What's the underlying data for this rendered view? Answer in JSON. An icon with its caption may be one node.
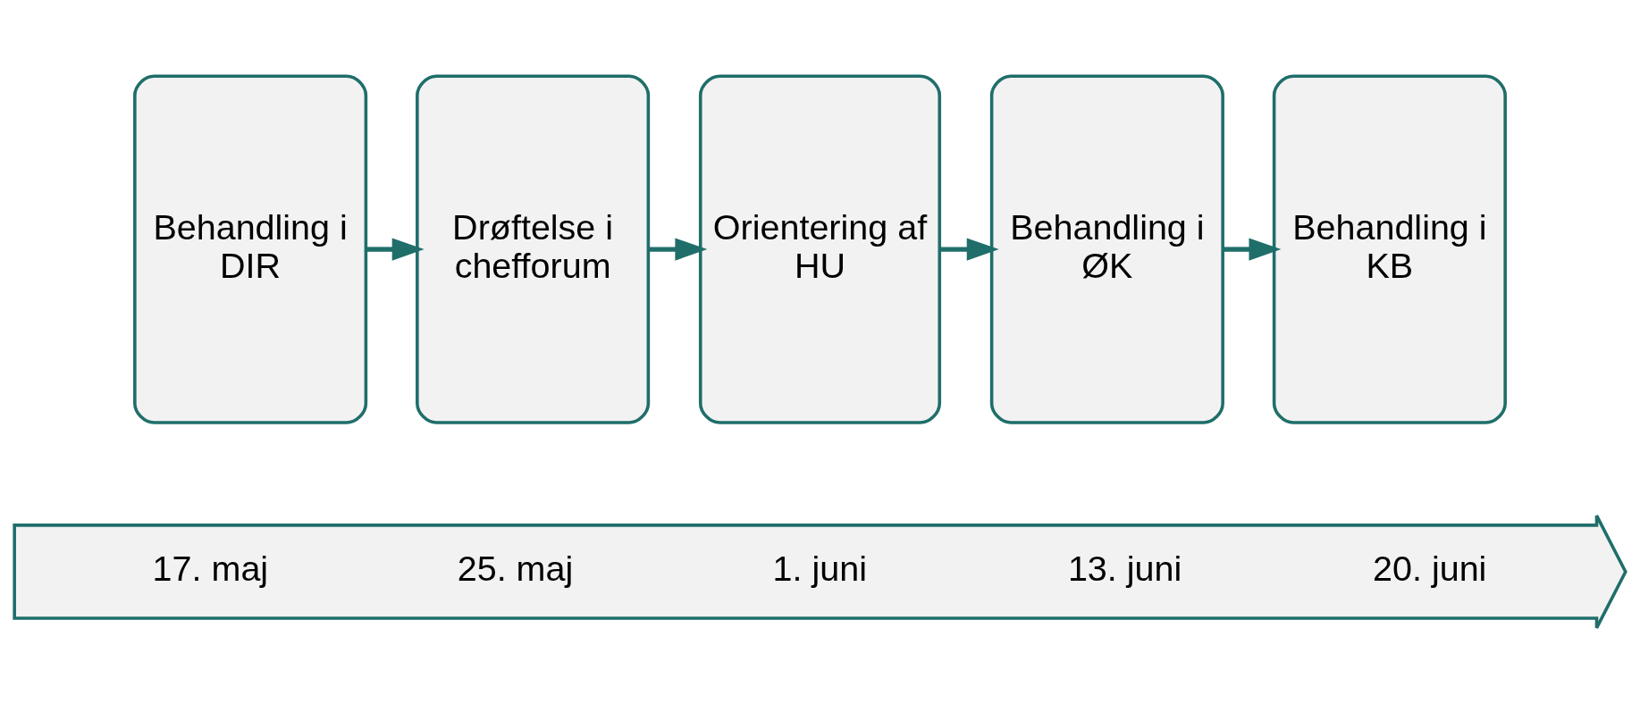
{
  "diagram": {
    "nodes": [
      {
        "text": [
          "Behandling i DIR"
        ]
      },
      {
        "text": [
          "Drøftelse i chefforum"
        ]
      },
      {
        "text": [
          "Orientering af HU"
        ]
      },
      {
        "text": [
          "Behandling i ØK"
        ]
      },
      {
        "text": [
          "Behandling i KB"
        ]
      },
      {
        "text": [
          "17. maj",
          "25. maj",
          "1. juni",
          "13. juni",
          "20. juni"
        ]
      }
    ],
    "edges": [
      {
        "from": 0,
        "to": 1,
        "arrow": "to"
      },
      {
        "from": 1,
        "to": 2,
        "arrow": "to"
      },
      {
        "from": 2,
        "to": 3,
        "arrow": "to"
      },
      {
        "from": 3,
        "to": 4,
        "arrow": "to"
      }
    ]
  }
}
